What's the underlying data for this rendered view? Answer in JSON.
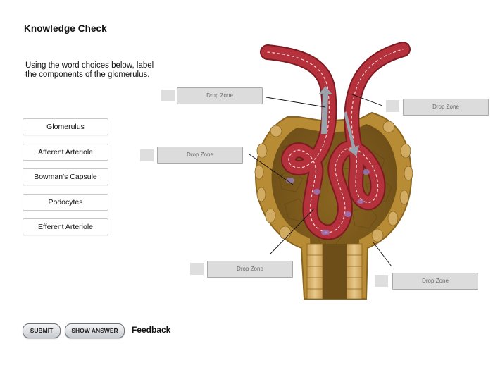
{
  "header": {
    "title": "Knowledge Check"
  },
  "instructions": "Using the word choices below, label the components of the glomerulus.",
  "word_choices": [
    {
      "label": "Glomerulus"
    },
    {
      "label": "Afferent Arteriole"
    },
    {
      "label": "Bowman's Capsule"
    },
    {
      "label": "Podocytes"
    },
    {
      "label": "Efferent Arteriole"
    }
  ],
  "drop_zones": [
    {
      "label": "Drop Zone"
    },
    {
      "label": "Drop Zone"
    },
    {
      "label": "Drop Zone"
    },
    {
      "label": "Drop Zone"
    },
    {
      "label": "Drop Zone"
    }
  ],
  "buttons": {
    "submit": "SUBMIT",
    "show_answer": "SHOW ANSWER"
  },
  "feedback_label": "Feedback",
  "colors": {
    "vessel": "#b5313b",
    "vessel_dark": "#7d1a22",
    "capsule": "#a27a2a",
    "capsule_light": "#caa55a",
    "podocyte": "#9a82c8",
    "flow_arrow": "#9aa3ab"
  }
}
